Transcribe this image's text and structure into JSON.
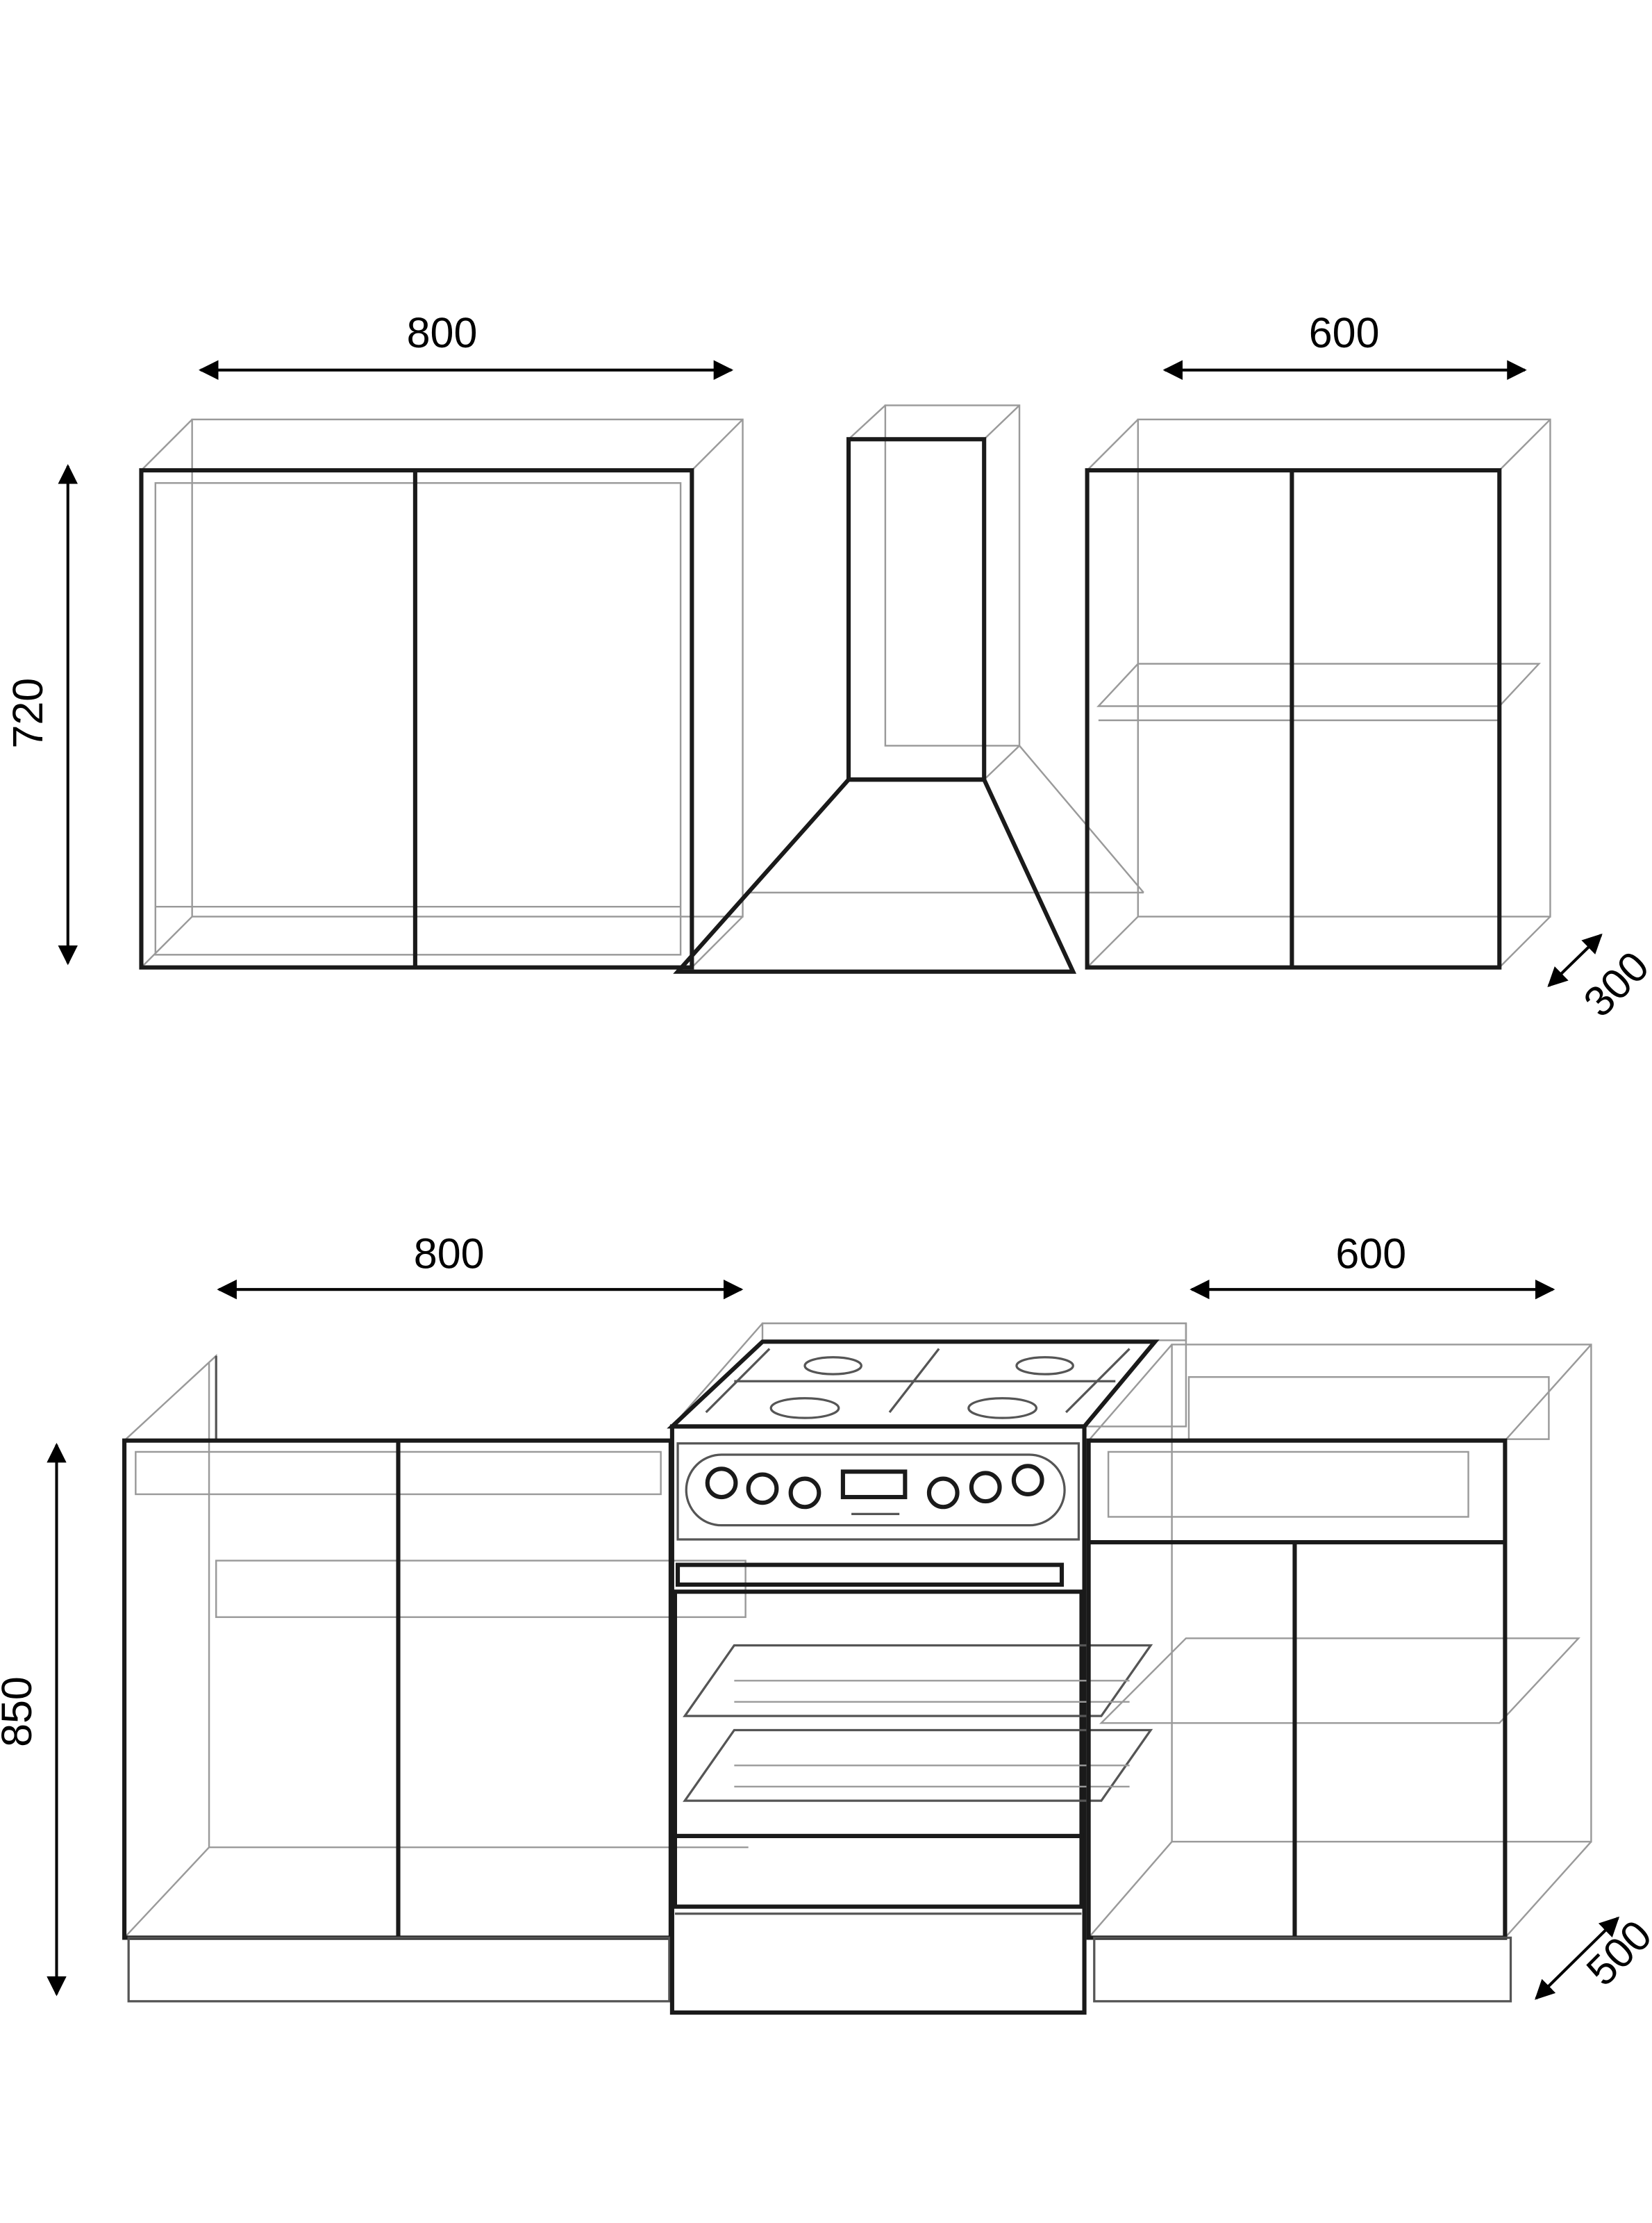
{
  "upper_row": {
    "cabinet_left_width": "800",
    "cabinet_right_width": "600",
    "height": "720",
    "depth": "300"
  },
  "lower_row": {
    "cabinet_left_width": "800",
    "cabinet_right_width": "600",
    "height": "850",
    "depth": "500"
  },
  "colors": {
    "line": "#1a1a1a",
    "ghost": "#9a9a9a",
    "background": "#ffffff"
  }
}
